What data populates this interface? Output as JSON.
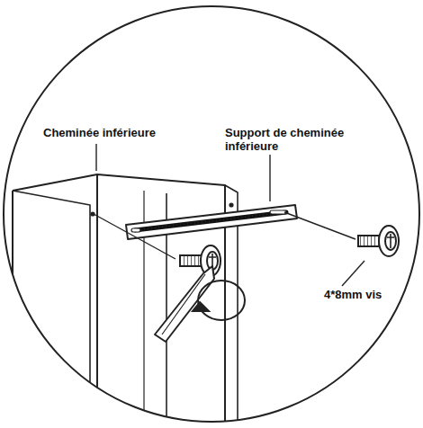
{
  "diagram": {
    "labels": [
      "Cheminée inférieure",
      "Support de cheminée inférieure",
      "4*8mm vis"
    ]
  }
}
